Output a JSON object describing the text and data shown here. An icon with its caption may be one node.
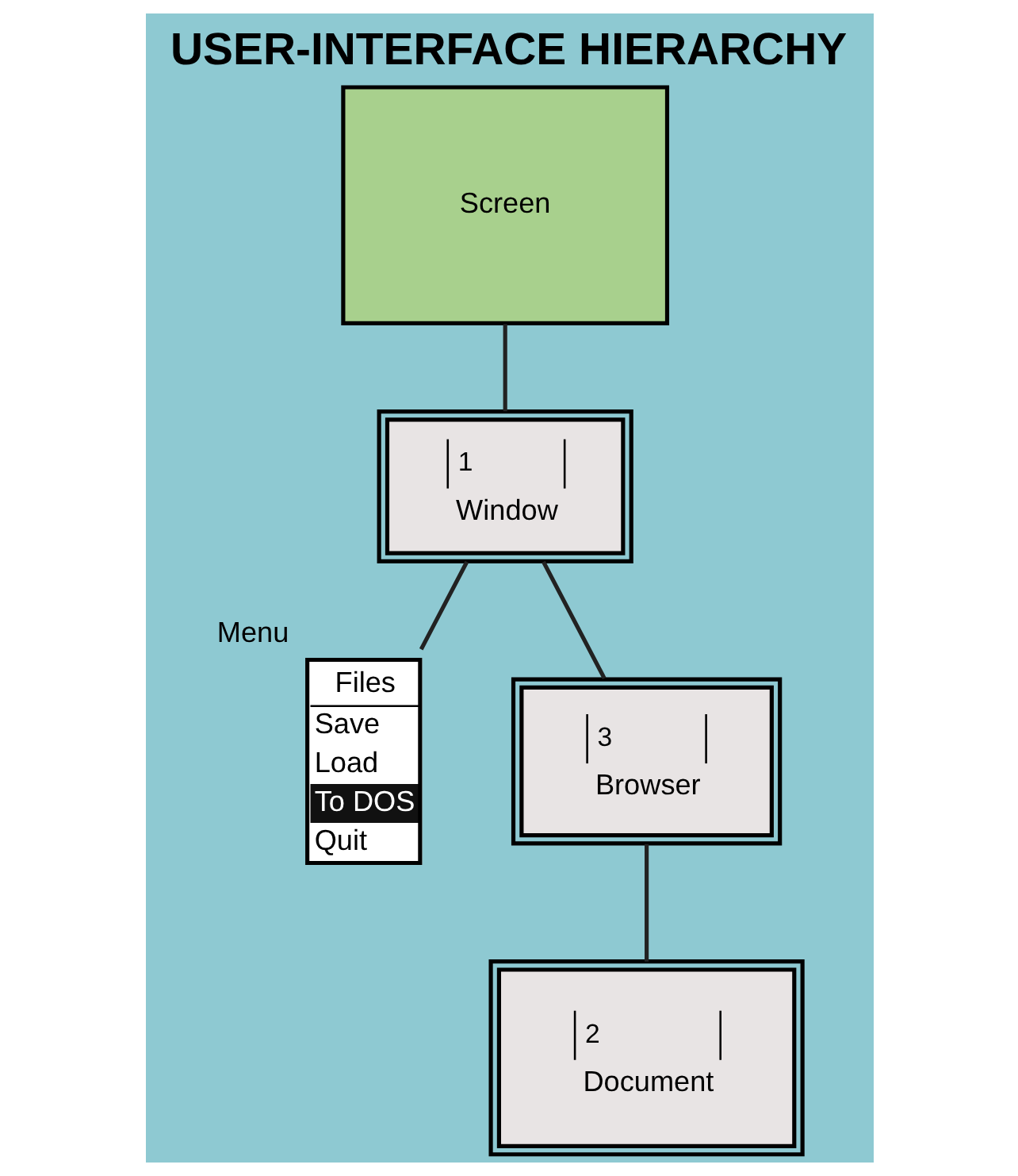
{
  "diagram": {
    "title": "USER-INTERFACE HIERARCHY",
    "nodes": [
      {
        "text": [
          "Screen"
        ]
      },
      {
        "text": [
          "1",
          "Window"
        ]
      },
      {
        "text": [
          "Files",
          "Save",
          "Load",
          "To DOS",
          "Quit"
        ],
        "beside": [
          "Menu"
        ]
      },
      {
        "text": [
          "3",
          "Browser"
        ]
      },
      {
        "text": [
          "2",
          "Document"
        ]
      }
    ],
    "edges": [
      {
        "from": 0,
        "to": 1,
        "arrow": "none"
      },
      {
        "from": 1,
        "to": 2,
        "arrow": "none"
      },
      {
        "from": 1,
        "to": 3,
        "arrow": "none"
      },
      {
        "from": 3,
        "to": 4,
        "arrow": "none"
      }
    ]
  }
}
